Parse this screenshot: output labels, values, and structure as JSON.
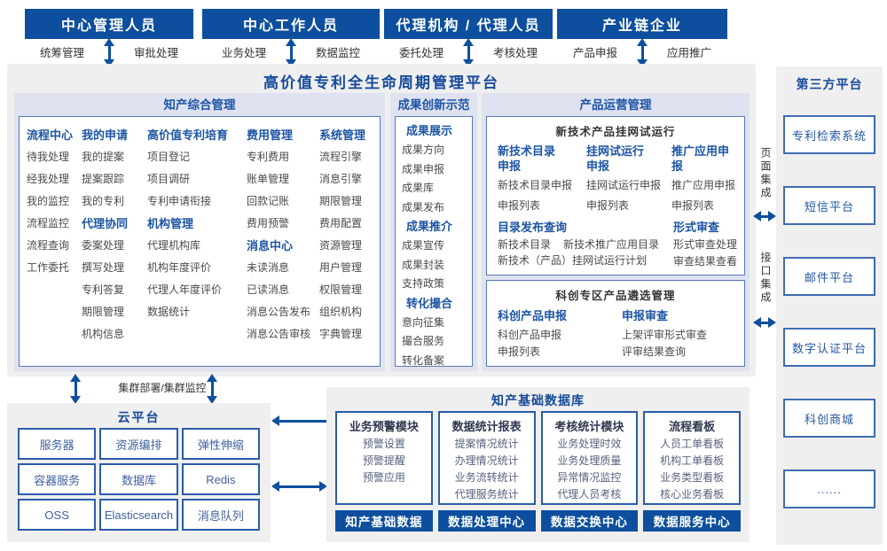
{
  "colors": {
    "header_blue": "#0d4f9e",
    "title_blue": "#164a9a",
    "heading_blue": "#1d55a5",
    "panel_lavender": "#dfe2f0",
    "panel_gray": "#efefef",
    "panel_border": "#5577b5",
    "box_border": "#2b5cab",
    "item_gray": "#4a4a4a",
    "badge_blue": "#0d4f9e"
  },
  "roles": [
    {
      "title": "中心管理人员",
      "left": "统筹管理",
      "right": "审批处理"
    },
    {
      "title": "中心工作人员",
      "left": "业务处理",
      "right": "数据监控"
    },
    {
      "title": "代理机构 / 代理人员",
      "left": "委托处理",
      "right": "考核处理"
    },
    {
      "title": "产业链企业",
      "left": "产品申报",
      "right": "应用推广"
    }
  ],
  "platform": {
    "title": "高价值专利全生命周期管理平台",
    "zhichan": {
      "title": "知产综合管理",
      "col1": {
        "h": "流程中心",
        "items": [
          "待我处理",
          "经我处理",
          "我的监控",
          "流程监控",
          "流程查询",
          "工作委托"
        ]
      },
      "col2a": {
        "h": "我的申请",
        "items": [
          "我的提案",
          "提案跟踪",
          "我的专利"
        ]
      },
      "col2b": {
        "h": "代理协同",
        "items": [
          "委案处理",
          "撰写处理",
          "专利答复",
          "期限管理",
          "机构信息"
        ]
      },
      "col3a": {
        "h": "高价值专利培育",
        "items": [
          "项目登记",
          "项目调研",
          "专利申请衔接"
        ]
      },
      "col3b": {
        "h": "机构管理",
        "items": [
          "代理机构库",
          "机构年度评价",
          "代理人年度评价",
          "数据统计"
        ]
      },
      "col4a": {
        "h": "费用管理",
        "items": [
          "专利费用",
          "账单管理",
          "回款记账",
          "费用预警"
        ]
      },
      "col4b": {
        "h": "消息中心",
        "items": [
          "未读消息",
          "已读消息",
          "消息公告发布",
          "消息公告审核"
        ]
      },
      "col5": {
        "h": "系统管理",
        "items": [
          "流程引擎",
          "消息引擎",
          "期限管理",
          "费用配置",
          "资源管理",
          "用户管理",
          "权限管理",
          "组织机构",
          "字典管理"
        ]
      }
    },
    "chengguo": {
      "title": "成果创新示范",
      "g1": {
        "h": "成果展示",
        "items": [
          "成果方向",
          "成果申报",
          "成果库",
          "成果发布"
        ]
      },
      "g2": {
        "h": "成果推介",
        "items": [
          "成果宣传",
          "成果封装",
          "支持政策"
        ]
      },
      "g3": {
        "h": "转化撮合",
        "items": [
          "意向征集",
          "撮合服务",
          "转化备案"
        ]
      }
    },
    "chanpin": {
      "title": "产品运营管理",
      "box1": {
        "title": "新技术产品挂网试运行",
        "c1": {
          "h": "新技术目录申报",
          "items": [
            "新技术目录申报",
            "申报列表"
          ]
        },
        "c2": {
          "h": "挂网试运行申报",
          "items": [
            "挂网试运行申报",
            "申报列表"
          ]
        },
        "c3": {
          "h": "推广应用申报",
          "items": [
            "推广应用申报",
            "申报列表"
          ]
        },
        "catalog": {
          "h": "目录发布查询",
          "row1": [
            "新技术目录",
            "新技术推广应用目录"
          ],
          "row2": "新技术（产品）挂网试运行计划"
        },
        "review": {
          "h": "形式审查",
          "items": [
            "形式审查处理",
            "审查结果查看"
          ]
        }
      },
      "box2": {
        "title": "科创专区产品遴选管理",
        "c1": {
          "h": "科创产品申报",
          "items": [
            "科创产品申报",
            "申报列表"
          ]
        },
        "c2": {
          "h": "申报审查",
          "items": [
            "上架评审形式审查",
            "评审结果查询"
          ]
        }
      }
    }
  },
  "integration": {
    "page": "页面集成",
    "interface": "接口集成"
  },
  "third_party": {
    "title": "第三方平台",
    "items": [
      "专利检索系统",
      "短信平台",
      "邮件平台",
      "数字认证平台",
      "科创商城",
      "......"
    ]
  },
  "cluster": {
    "label": "集群部署/集群监控"
  },
  "cloud": {
    "title": "云平台",
    "items": [
      "服务器",
      "资源编排",
      "弹性伸缩",
      "容器服务",
      "数据库",
      "Redis",
      "OSS",
      "Elasticsearch",
      "消息队列"
    ]
  },
  "database": {
    "title": "知产基础数据库",
    "modules": [
      {
        "h": "业务预警模块",
        "items": [
          "预警设置",
          "预警提醒",
          "预警应用"
        ]
      },
      {
        "h": "数据统计报表",
        "items": [
          "提案情况统计",
          "办理情况统计",
          "业务流转统计",
          "代理服务统计"
        ]
      },
      {
        "h": "考核统计模块",
        "items": [
          "业务处理时效",
          "业务处理质量",
          "异常情况监控",
          "代理人员考核"
        ]
      },
      {
        "h": "流程看板",
        "items": [
          "人员工单看板",
          "机构工单看板",
          "业务类型看板",
          "核心业务看板"
        ]
      }
    ],
    "badges": [
      "知产基础数据",
      "数据处理中心",
      "数据交换中心",
      "数据服务中心"
    ]
  }
}
